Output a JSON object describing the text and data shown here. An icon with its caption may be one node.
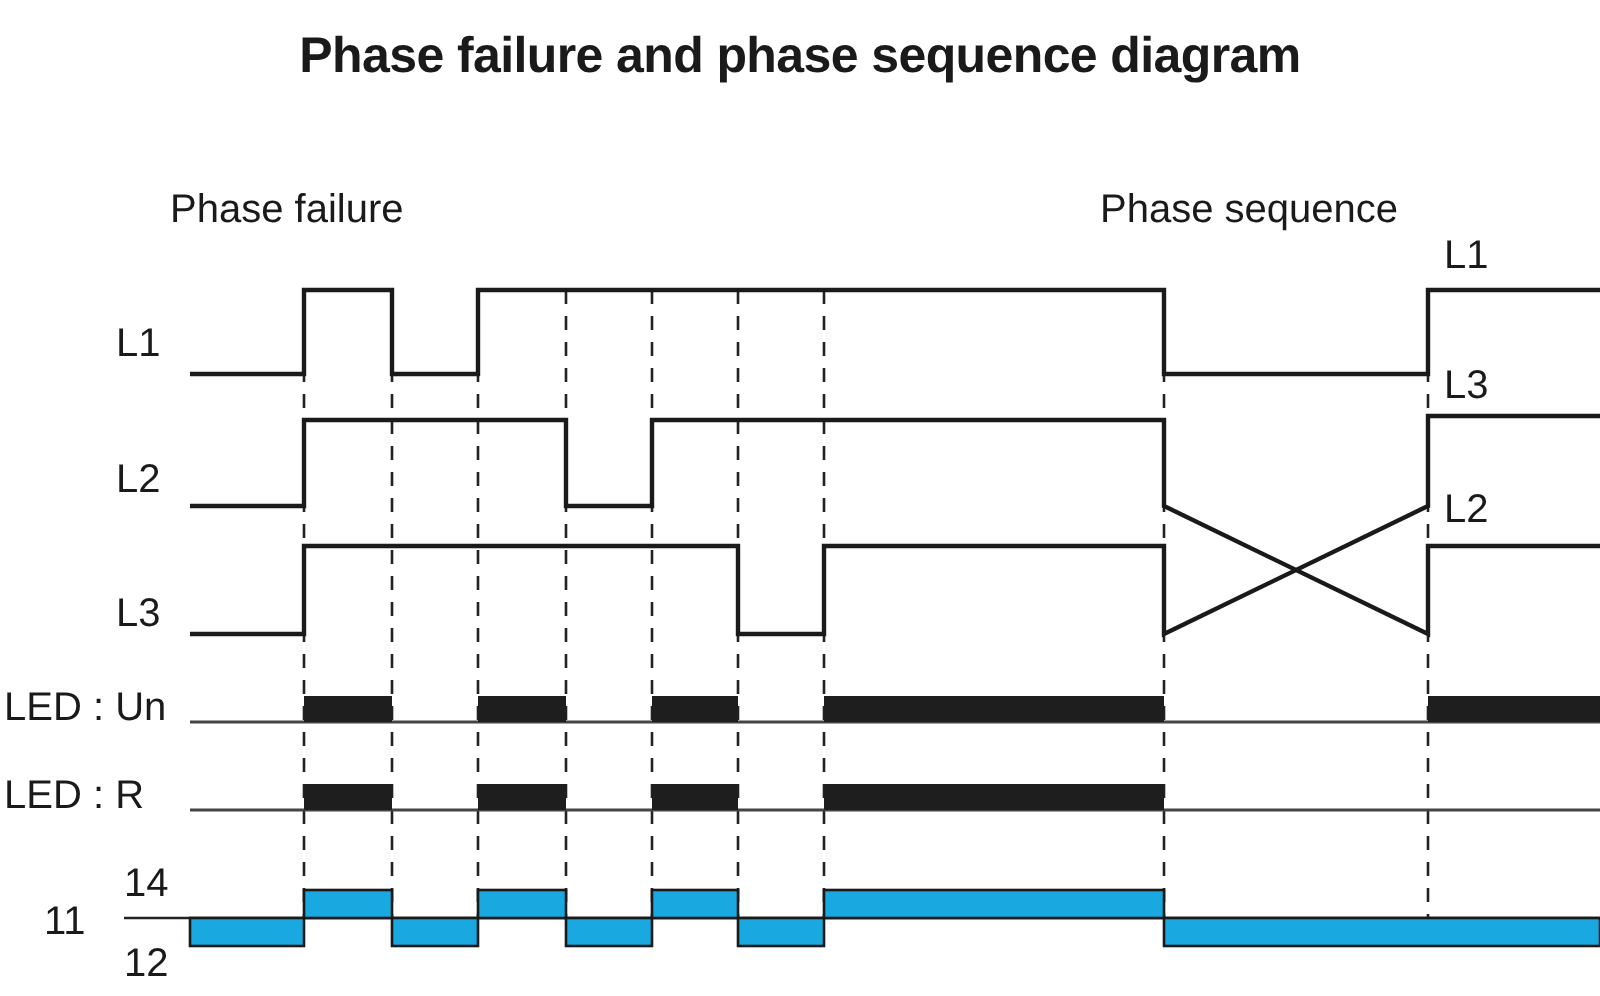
{
  "diagram": {
    "title": "Phase failure and phase sequence diagram",
    "labels": [
      "Phase failure",
      "Phase sequence",
      "L1",
      "L1",
      "L3",
      "L2",
      "L2",
      "L3",
      "LED : Un",
      "LED : R",
      "14",
      "11",
      "12"
    ]
  }
}
